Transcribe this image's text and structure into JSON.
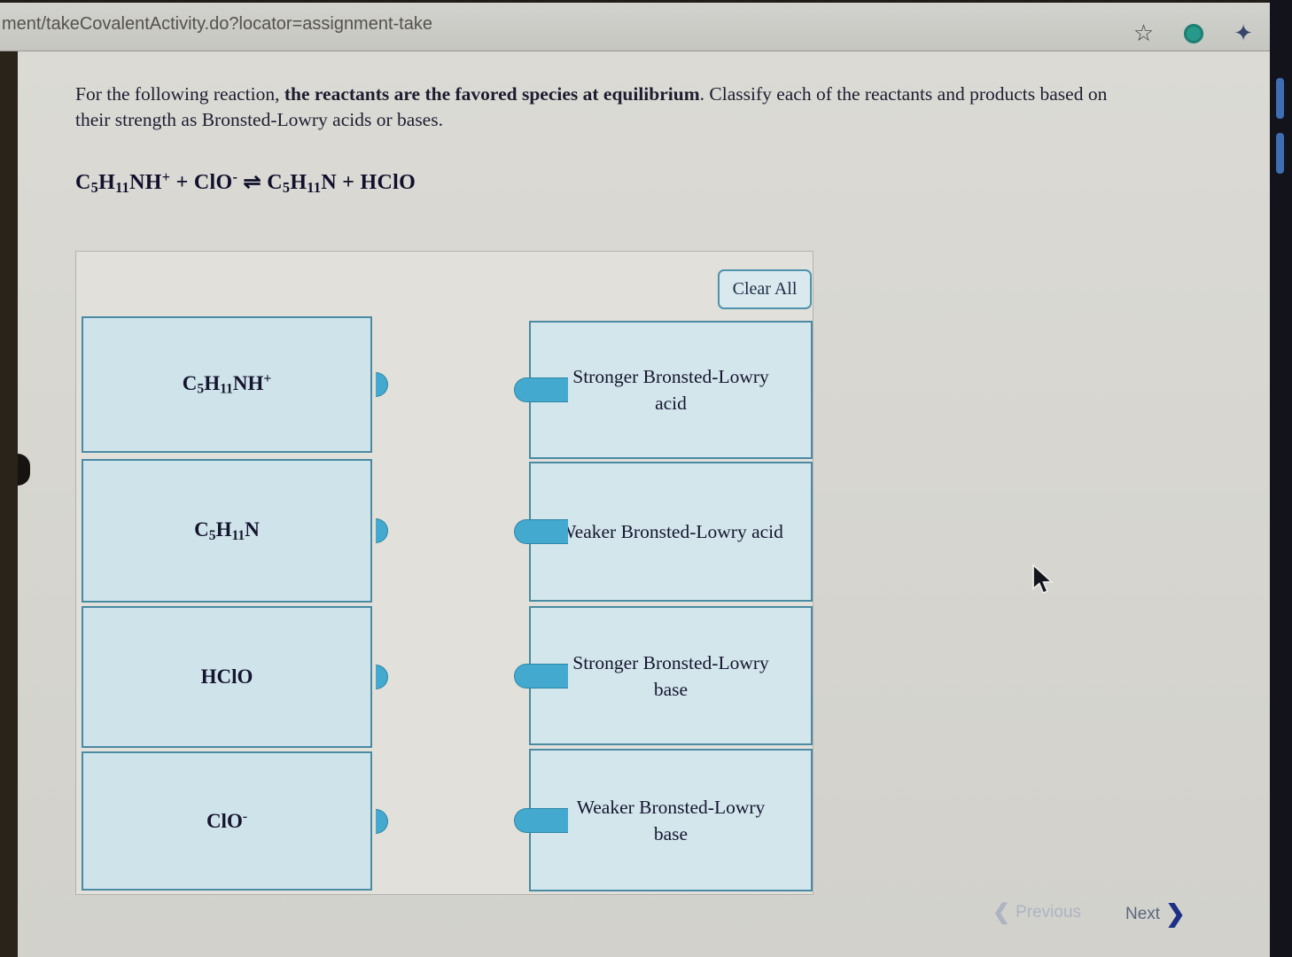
{
  "browser": {
    "url": "ment/takeCovalentActivity.do?locator=assignment-take",
    "icons": {
      "bookmark_star": "☆",
      "extension_circle": "circle-green",
      "extension_pinwheel": "✦"
    }
  },
  "question": {
    "text_before_bold": "For the following reaction, ",
    "bold_text": "the reactants are the favored species at equilibrium",
    "text_after_bold": ". Classify each of the reactants and products based on their strength as Bronsted-Lowry acids or bases."
  },
  "equation": {
    "formula": "C_5H_11NH^+ + ClO^- ⇌ C_5H_11N + HClO"
  },
  "activity": {
    "clear_all_label": "Clear All",
    "draggables": [
      {
        "formula": "C_5H_11NH^+"
      },
      {
        "formula": "C_5H_11N"
      },
      {
        "formula": "HClO"
      },
      {
        "formula": "ClO^-"
      }
    ],
    "targets": [
      {
        "label": "Stronger Bronsted-Lowry acid"
      },
      {
        "label": "Weaker Bronsted-Lowry acid"
      },
      {
        "label": "Stronger Bronsted-Lowry base"
      },
      {
        "label": "Weaker Bronsted-Lowry base"
      }
    ]
  },
  "pagination": {
    "previous_label": "Previous",
    "next_label": "Next",
    "prev_chevron": "❮",
    "next_chevron": "❯"
  },
  "colors": {
    "box_fill": "#cfe4ea",
    "box_border": "#4a8aa3",
    "connector_blue": "#43a9ce",
    "page_background": "#d6d5d0",
    "dark_frame": "#24201b",
    "scroll_accent": "#3f6db3"
  }
}
